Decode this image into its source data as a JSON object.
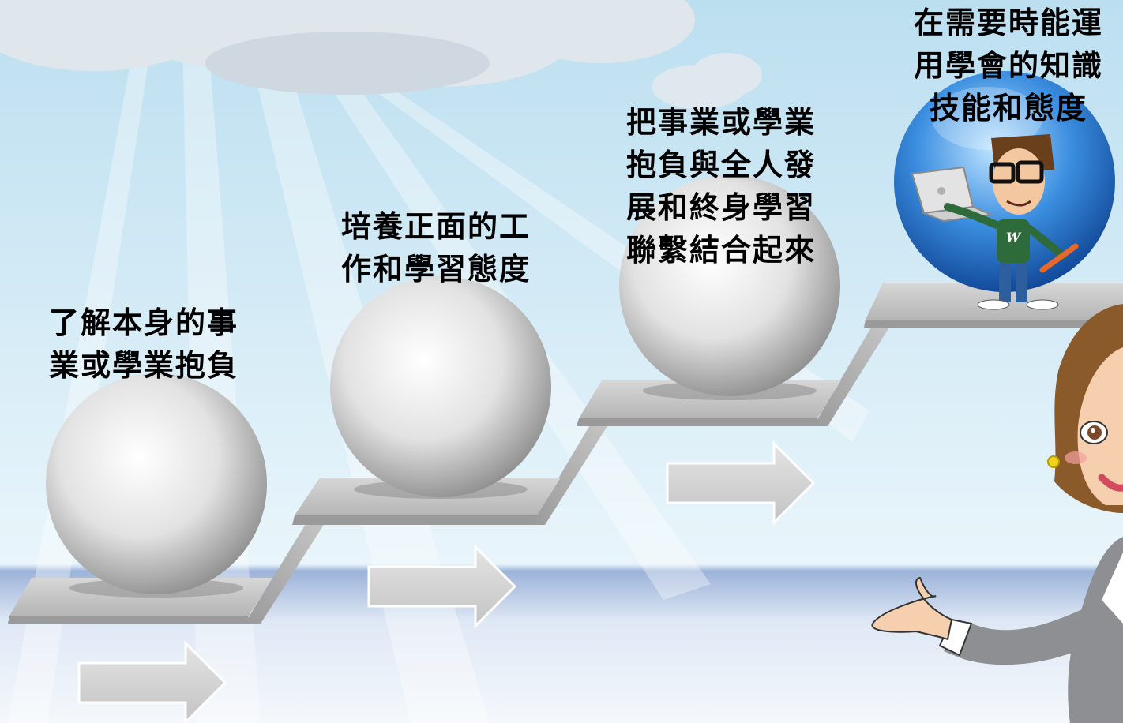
{
  "steps": [
    {
      "lines": [
        "了解本身的事",
        "業或學業抱負"
      ]
    },
    {
      "lines": [
        "培養正面的工",
        "作和學習態度"
      ]
    },
    {
      "lines": [
        "把事業或學業",
        "抱負與全人發",
        "展和終身學習",
        "聯繫結合起來"
      ]
    },
    {
      "lines": [
        "在需要時能運",
        "用學會的知識",
        "技能和態度"
      ]
    }
  ],
  "figures": {
    "man_shirt_letter": "W",
    "icons": [
      "laptop-icon",
      "pencil-icon"
    ]
  },
  "colors": {
    "sky_top": "#c5e3f0",
    "sky_bottom": "#e6f3fa",
    "horizon": "#9fb4d6",
    "ball": "#e8e8e8",
    "platform": "#c9c9c9",
    "arrow": "#dcdcdc",
    "globe": "#1f68c4",
    "woman_hair": "#8a5a2b",
    "woman_suit": "#8d8f92",
    "man_shirt": "#2e6b3a"
  }
}
